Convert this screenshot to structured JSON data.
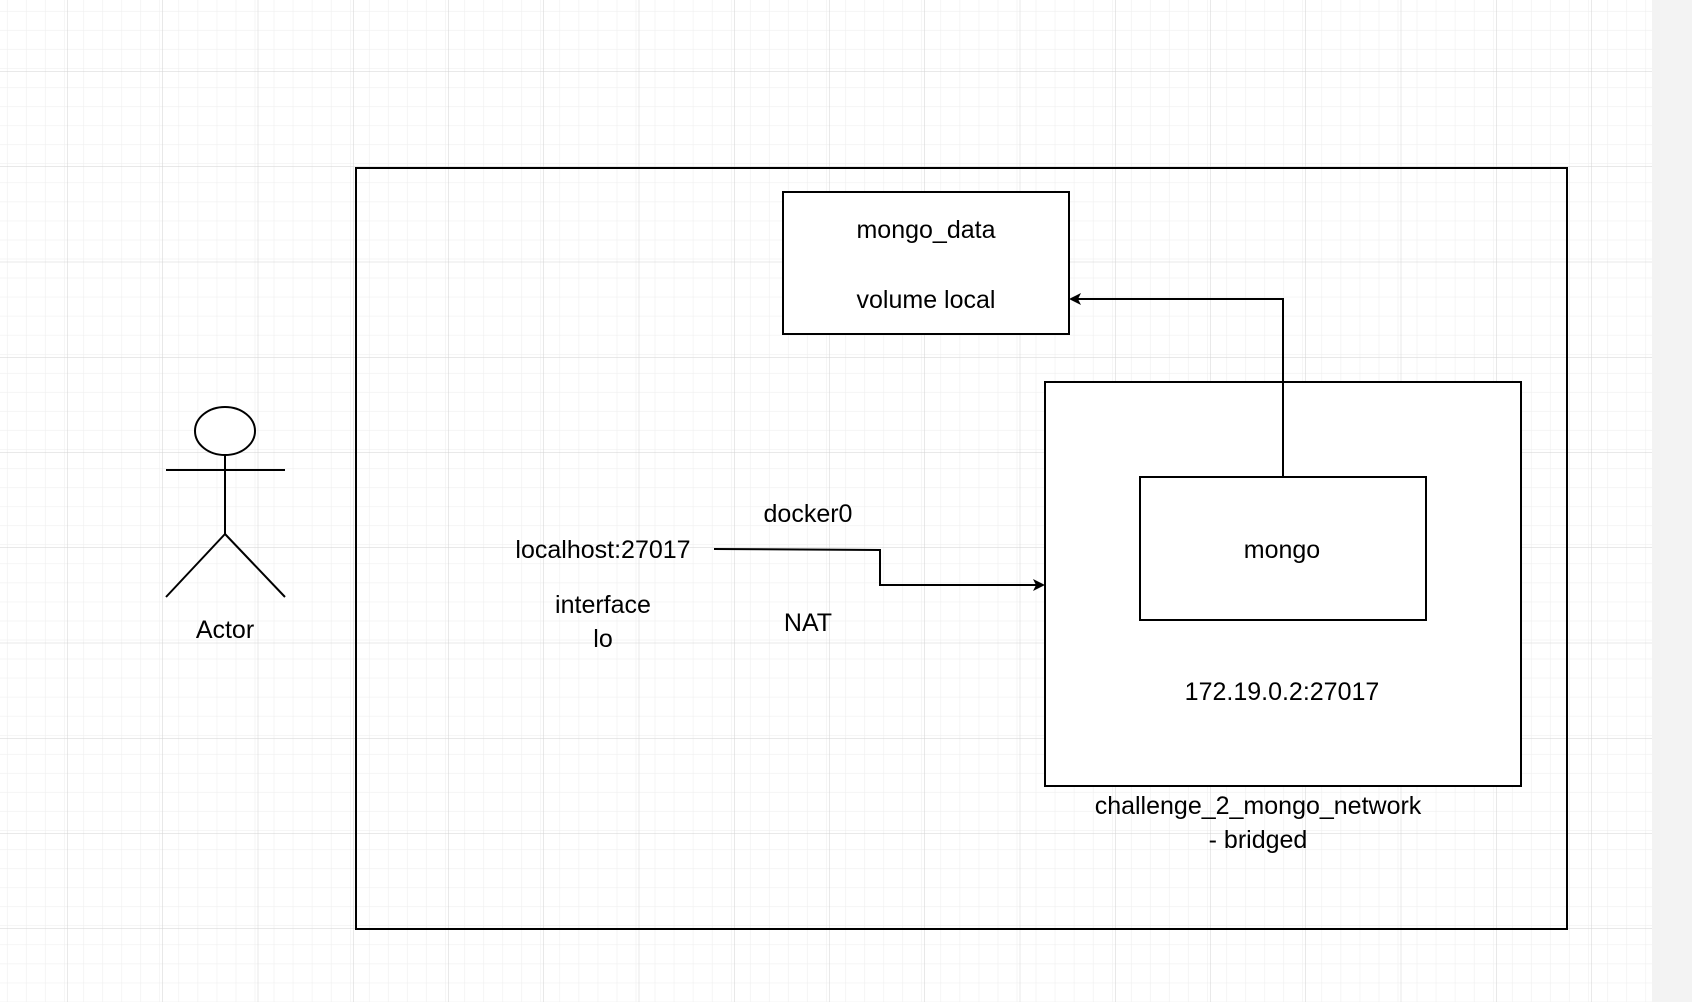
{
  "diagram": {
    "actor": {
      "label": "Actor"
    },
    "storage_box": {
      "name": "mongo_data",
      "type": "volume local"
    },
    "container_box": {
      "label": "mongo"
    },
    "network_box": {
      "address": "172.19.0.2:27017",
      "name_line1": "challenge_2_mongo_network",
      "name_line2": "- bridged"
    },
    "host": {
      "address": "localhost:27017",
      "interface_line1": "interface",
      "interface_line2": "lo"
    },
    "edges": {
      "bridge_label": "docker0",
      "nat_label": "NAT"
    }
  },
  "colors": {
    "grid_line": "#dfdfdf",
    "grid_line_major": "#d0d0d0",
    "stroke": "#000000",
    "background": "#ffffff",
    "scroll_strip": "#f0f0f0"
  }
}
